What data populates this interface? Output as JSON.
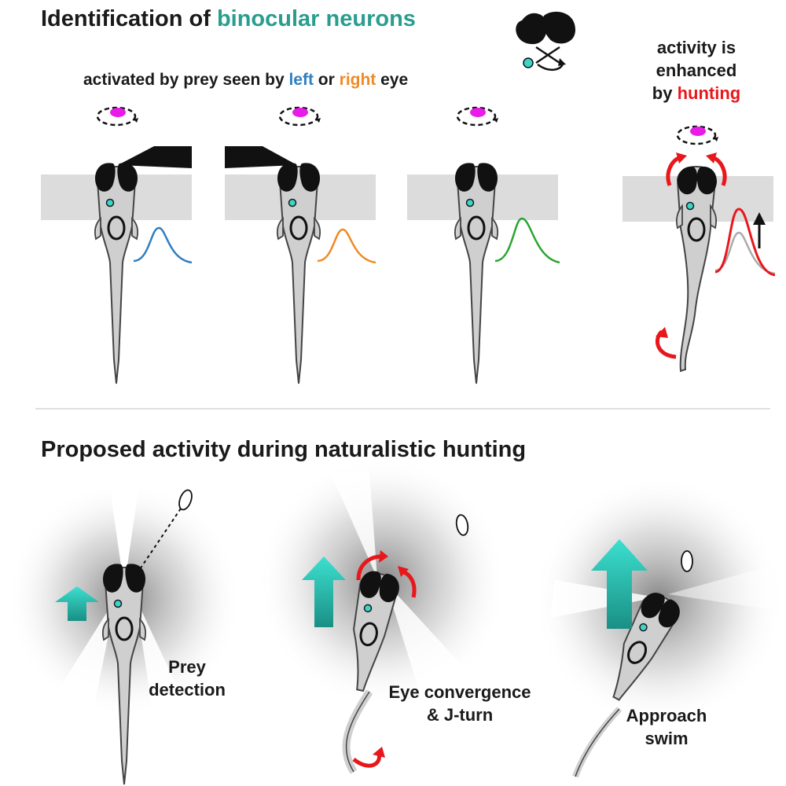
{
  "top_panel": {
    "title_part1": "Identification of ",
    "title_part2": "binocular neurons",
    "subtitle_part1": "activated by prey seen by ",
    "subtitle_left": "left",
    "subtitle_or": " or ",
    "subtitle_right": "right",
    "subtitle_part2": " eye",
    "hunting_note_line1": "activity is",
    "hunting_note_line2": "enhanced",
    "hunting_note_by": "by ",
    "hunting_note_hunting": "hunting"
  },
  "bottom_panel": {
    "title": "Proposed activity during naturalistic hunting",
    "stage1_line1": "Prey",
    "stage1_line2": "detection",
    "stage2_line1": "Eye convergence",
    "stage2_line2": "& J-turn",
    "stage3_line1": "Approach",
    "stage3_line2": "swim"
  },
  "colors": {
    "teal": "#2a9d8f",
    "left_trace": "#2f7fc1",
    "right_trace": "#f08a24",
    "both_trace": "#2aa532",
    "hunting_red": "#e8171b",
    "prey_magenta": "#e81be8",
    "arrow_cyan": "#3ad6c7"
  }
}
